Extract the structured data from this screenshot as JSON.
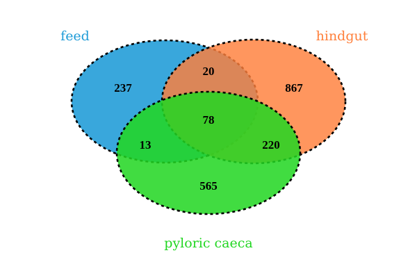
{
  "sets": [
    {
      "key": "feed",
      "label": "feed",
      "color": "#1e9bd7",
      "fill_opacity": 0.88
    },
    {
      "key": "hindgut",
      "label": "hindgut",
      "color": "#ff7f3a",
      "fill_opacity": 0.82
    },
    {
      "key": "pyloric_caeca",
      "label": "pyloric caeca",
      "color": "#22d622",
      "fill_opacity": 0.86
    }
  ],
  "regions": {
    "feed_only": "237",
    "feed_hindgut": "20",
    "hindgut_only": "867",
    "all_three": "78",
    "feed_pyloric": "13",
    "hindgut_pyloric": "220",
    "pyloric_only": "565"
  },
  "outline_style": "dashed",
  "chart_data": {
    "type": "venn",
    "sets": [
      "feed",
      "hindgut",
      "pyloric caeca"
    ],
    "regions": [
      {
        "sets": [
          "feed"
        ],
        "value": 237
      },
      {
        "sets": [
          "hindgut"
        ],
        "value": 867
      },
      {
        "sets": [
          "pyloric caeca"
        ],
        "value": 565
      },
      {
        "sets": [
          "feed",
          "hindgut"
        ],
        "value": 20
      },
      {
        "sets": [
          "feed",
          "pyloric caeca"
        ],
        "value": 13
      },
      {
        "sets": [
          "hindgut",
          "pyloric caeca"
        ],
        "value": 220
      },
      {
        "sets": [
          "feed",
          "hindgut",
          "pyloric caeca"
        ],
        "value": 78
      }
    ]
  }
}
